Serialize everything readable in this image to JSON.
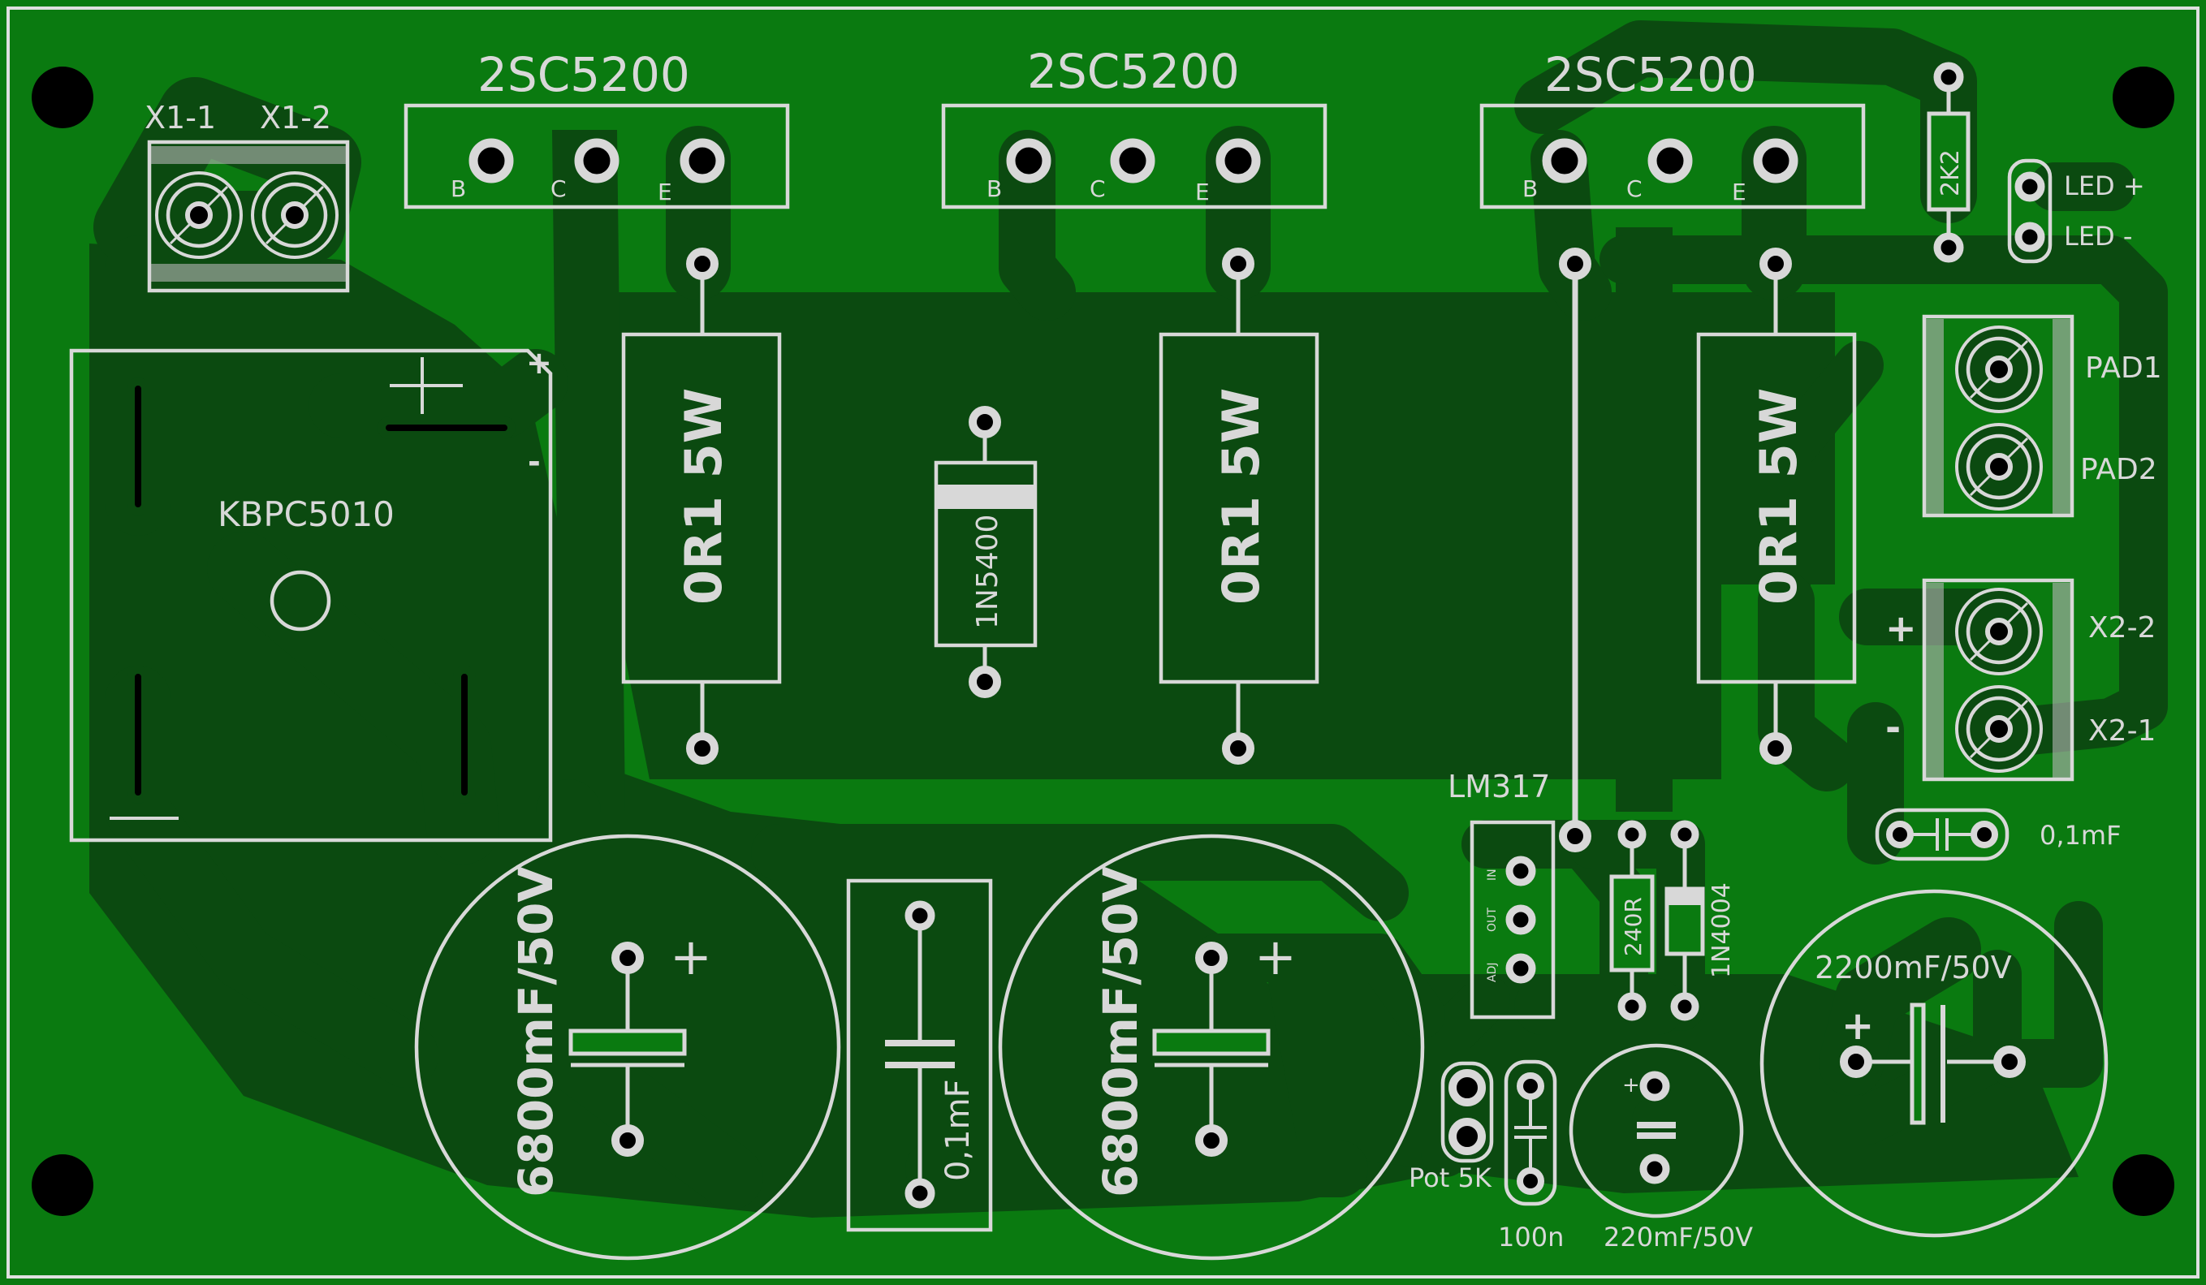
{
  "colors": {
    "board": "#0a7a10",
    "copper": "#0b4a10",
    "silkscreen": "#d8d8d8",
    "drill": "#000000",
    "outline": "#e0e0e0"
  },
  "components": {
    "x1": {
      "pin1": "X1-1",
      "pin2": "X1-2"
    },
    "bridge": {
      "name": "KBPC5010",
      "plus": "+",
      "minus": "-"
    },
    "transistors": [
      {
        "name": "2SC5200",
        "b": "B",
        "c": "C",
        "e": "E"
      },
      {
        "name": "2SC5200",
        "b": "B",
        "c": "C",
        "e": "E"
      },
      {
        "name": "2SC5200",
        "b": "B",
        "c": "C",
        "e": "E"
      }
    ],
    "resistors": [
      "0R1 5W",
      "0R1 5W",
      "0R1 5W"
    ],
    "diode": "1N5400",
    "r_2k2": "2K2",
    "led": {
      "plus": "LED +",
      "minus": "LED -"
    },
    "pad": {
      "p1": "PAD1",
      "p2": "PAD2"
    },
    "x2": {
      "p2": "X2-2",
      "p1": "X2-1",
      "plus": "+",
      "minus": "-"
    },
    "cap_01": "0,1mF",
    "lm317": {
      "name": "LM317",
      "in": "IN",
      "out": "OUT",
      "adj": "ADJ"
    },
    "r240": "240R",
    "d1n4004": "1N4004",
    "pot": "Pot 5K",
    "c100n": "100n",
    "c220": {
      "label": "220mF/50V",
      "plus": "+"
    },
    "c2200": {
      "label": "2200mF/50V",
      "plus": "+"
    },
    "big_caps": [
      {
        "label": "6800mF/50V",
        "plus": "+"
      },
      {
        "label": "6800mF/50V",
        "plus": "+"
      }
    ],
    "cap_center": "0,1mF"
  }
}
